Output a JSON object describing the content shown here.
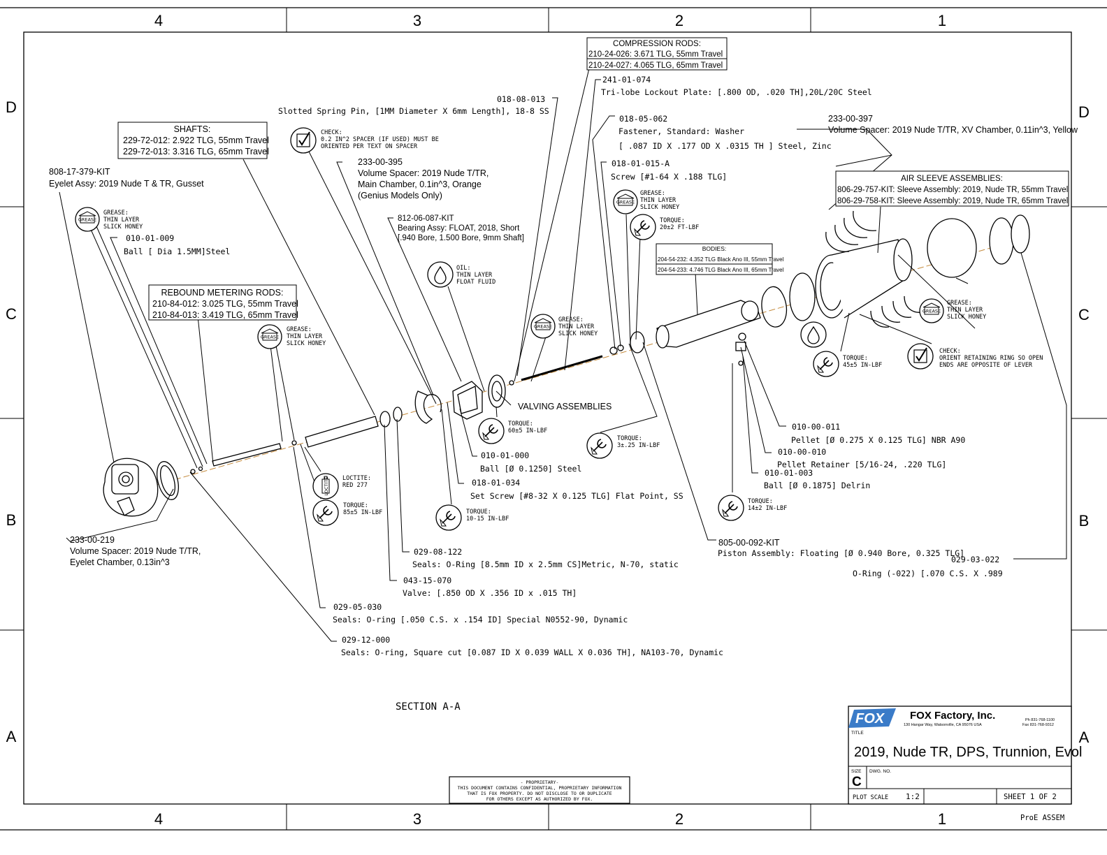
{
  "zone_cols": [
    "4",
    "3",
    "2",
    "1"
  ],
  "zone_rows": [
    "D",
    "C",
    "B",
    "A"
  ],
  "boxes": {
    "shafts": [
      "SHAFTS:",
      "229-72-012:  2.922 TLG, 55mm Travel",
      "229-72-013:  3.316 TLG, 65mm Travel"
    ],
    "rebound": [
      "REBOUND METERING RODS:",
      "210-84-012: 3.025  TLG, 55mm Travel",
      "210-84-013: 3.419  TLG, 65mm Travel"
    ],
    "compression": [
      "COMPRESSION RODS:",
      "210-24-026: 3.671 TLG, 55mm Travel",
      "210-24-027: 4.065 TLG, 65mm Travel"
    ],
    "air_sleeve": [
      "AIR SLEEVE ASSEMBLIES:",
      "806-29-757-KIT: Sleeve Assembly: 2019, Nude TR, 55mm Travel",
      "806-29-758-KIT: Sleeve Assembly: 2019, Nude TR, 65mm Travel"
    ],
    "bodies": [
      "BODIES:",
      "204-54-232: 4.352 TLG Black Ano III, 55mm Travel",
      "204-54-233: 4.746 TLG Black Ano III, 65mm Travel"
    ]
  },
  "callouts": {
    "c808": [
      "808-17-379-KIT",
      "Eyelet Assy: 2019 Nude T & TR, Gusset"
    ],
    "c010009": [
      "010-01-009",
      "Ball [ Dia 1.5MM]Steel"
    ],
    "c018013": [
      "018-08-013",
      "Slotted Spring Pin, [1MM Diameter X 6mm Length], 18-8 SS"
    ],
    "c233395": [
      "233-00-395",
      "Volume Spacer: 2019 Nude T/TR,",
      "Main Chamber, 0.1in^3, Orange",
      "(Genius Models Only)"
    ],
    "c812": [
      "812-06-087-KIT",
      "Bearing Assy: FLOAT, 2018, Short",
      "[.940 Bore, 1.500 Bore, 9mm Shaft]"
    ],
    "c241": [
      "241-01-074",
      "Tri-lobe Lockout Plate: [.800 OD, .020 TH],20L/20C Steel"
    ],
    "c018062": [
      "018-05-062",
      "Fastener, Standard: Washer",
      "[ .087 ID X .177 OD X .0315 TH ] Steel, Zinc"
    ],
    "c018015": [
      "018-01-015-A",
      "Screw [#1-64 X .188 TLG]"
    ],
    "c233397": [
      "233-00-397",
      "Volume Spacer: 2019 Nude T/TR, XV Chamber, 0.11in^3, Yellow"
    ],
    "c010011": [
      "010-00-011",
      "Pellet [Ø 0.275 X 0.125 TLG] NBR A90"
    ],
    "c010010": [
      "010-00-010",
      "Pellet Retainer [5/16-24, .220 TLG]"
    ],
    "c010003": [
      "010-01-003",
      "Ball [Ø 0.1875] Delrin"
    ],
    "c010000": [
      "010-01-000",
      "Ball [Ø 0.1250] Steel"
    ],
    "c018034": [
      "018-01-034",
      "Set Screw [#8-32 X 0.125 TLG]  Flat Point, SS"
    ],
    "c029122": [
      "029-08-122",
      "Seals: O-Ring [8.5mm ID x 2.5mm CS]Metric, N-70, static"
    ],
    "c043": [
      "043-15-070",
      "Valve: [.850 OD X .356 ID x .015 TH]"
    ],
    "c029030": [
      "029-05-030",
      "Seals: O-ring [.050 C.S. x .154 ID]  Special N0552-90, Dynamic"
    ],
    "c029000": [
      "029-12-000",
      "Seals: O-ring, Square cut [0.087 ID X 0.039 WALL X 0.036 TH], NA103-70, Dynamic"
    ],
    "c805": [
      "805-00-092-KIT",
      "Piston Assembly: Floating [Ø 0.940 Bore, 0.325 TLG]"
    ],
    "c029022": [
      "029-03-022",
      "O-Ring (-022) [.070 C.S. X .989"
    ],
    "c233219": [
      "233-00-219",
      "Volume Spacer: 2019 Nude T/TR,",
      "Eyelet Chamber, 0.13in^3"
    ]
  },
  "notes": {
    "grease": [
      "GREASE:",
      "THIN LAYER",
      "SLICK HONEY"
    ],
    "grease_icon_label": "GREASE",
    "check1": [
      "CHECK:",
      "0.2 IN^2 SPACER (IF USED) MUST BE",
      "ORIENTED PER TEXT ON SPACER"
    ],
    "check2": [
      "CHECK:",
      "ORIENT RETAINING RING SO OPEN",
      "ENDS ARE OPPOSITE OF LEVER"
    ],
    "oil": [
      "OIL:",
      "THIN LAYER",
      "FLOAT FLUID"
    ],
    "loctite": [
      "LOCTITE:",
      "RED 277"
    ],
    "loctite_icon_label": "LOCTITE",
    "torque_85": [
      "TORQUE:",
      "85±5 IN-LBF"
    ],
    "torque_60": [
      "TORQUE:",
      "60±5 IN-LBF"
    ],
    "torque_10": [
      "TORQUE:",
      "10-15 IN-LBF"
    ],
    "torque_3": [
      "TORQUE:",
      "3±.25 IN-LBF"
    ],
    "torque_20": [
      "TORQUE:",
      "20±2 FT-LBF"
    ],
    "torque_45": [
      "TORQUE:",
      "45±5 IN-LBF"
    ],
    "torque_14": [
      "TORQUE:",
      "14±2 IN-LBF"
    ],
    "valving": "VALVING ASSEMBLIES",
    "section": "SECTION  A-A",
    "proprietary": [
      "- PROPRIETARY-",
      "THIS DOCUMENT CONTAINS CONFIDENTIAL, PROPRIETARY INFORMATION",
      "THAT IS FOX PROPERTY.  DO NOT DISCLOSE TO OR DUPLICATE",
      "FOR OTHERS EXCEPT AS AUTHORIZED BY FOX."
    ]
  },
  "title_block": {
    "logo": "FOX",
    "company": "FOX Factory, Inc.",
    "address": "130 Hangar Way, Watsonville, CA 95076 USA",
    "phone": "Ph 831-768-1100",
    "fax": "Fax 831-768-9312",
    "title_label": "TITLE",
    "title": "2019, Nude TR, DPS, Trunnion, Evol",
    "size_label": "SIZE",
    "size": "C",
    "dwg_label": "DWG. NO.",
    "plot_scale_label": "PLOT SCALE",
    "plot_scale": "1:2",
    "sheet": "SHEET 1 OF 2",
    "footer": "ProE ASSEM"
  }
}
